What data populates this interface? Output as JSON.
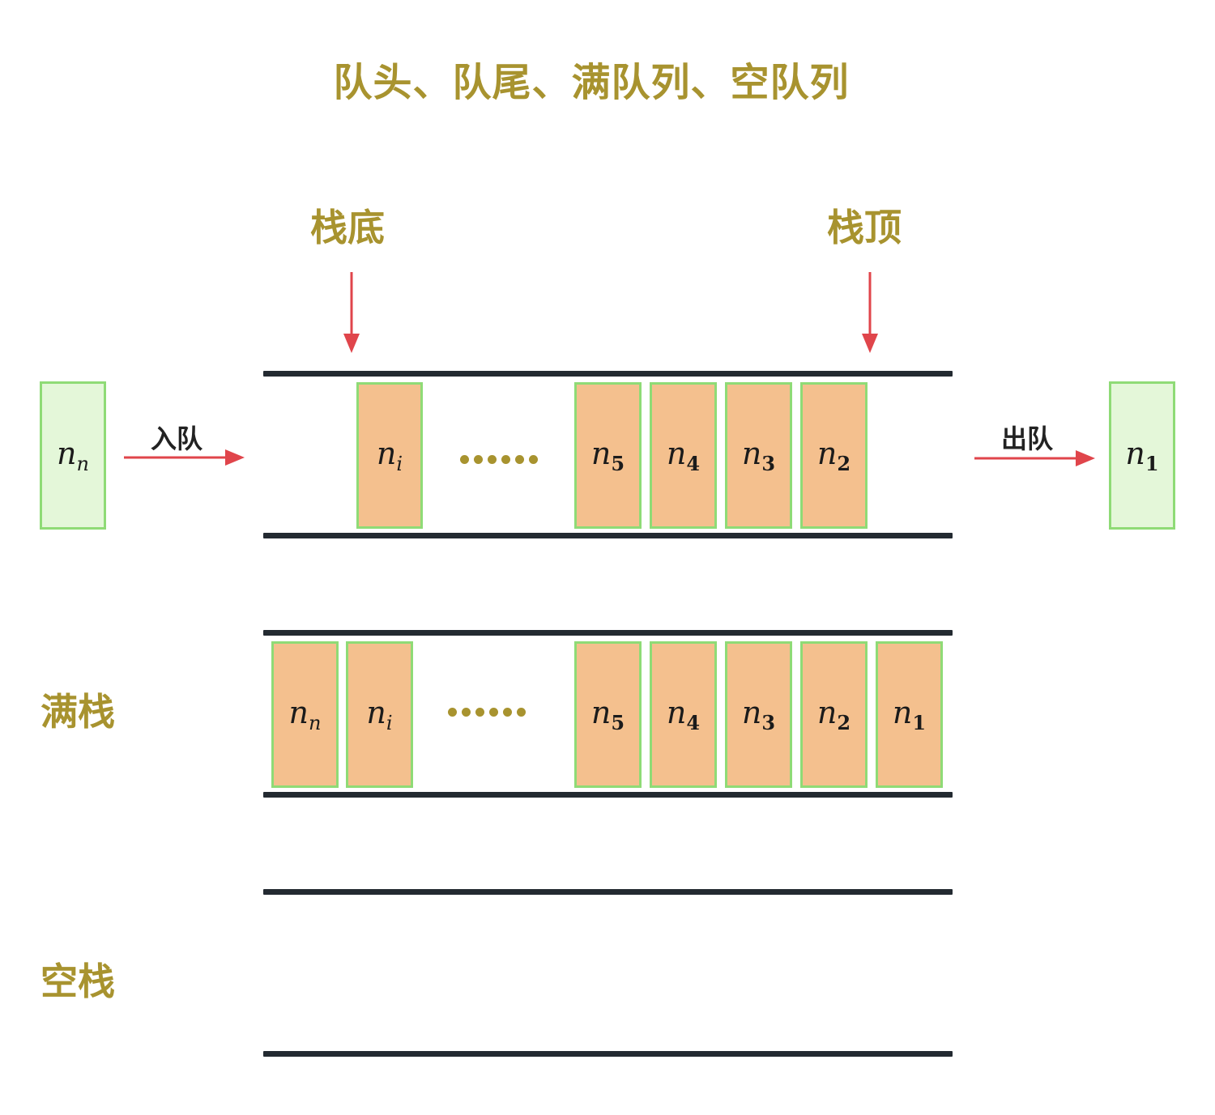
{
  "title": "队头、队尾、满队列、空队列",
  "labels": {
    "stack_bottom": "栈底",
    "stack_top": "栈顶",
    "enqueue": "入队",
    "dequeue": "出队",
    "full_stack": "满栈",
    "empty_stack": "空栈"
  },
  "items": {
    "n": "n",
    "sub_n": "n",
    "sub_i": "i",
    "sub_5": "5",
    "sub_4": "4",
    "sub_3": "3",
    "sub_2": "2",
    "sub_1": "1"
  },
  "colors": {
    "title": "#a8932f",
    "rail": "#232a31",
    "arrow": "#e0454b",
    "box_fill_queue": "#f4c08e",
    "box_fill_outside": "#e4f7d9",
    "box_border": "#8fdb76"
  }
}
